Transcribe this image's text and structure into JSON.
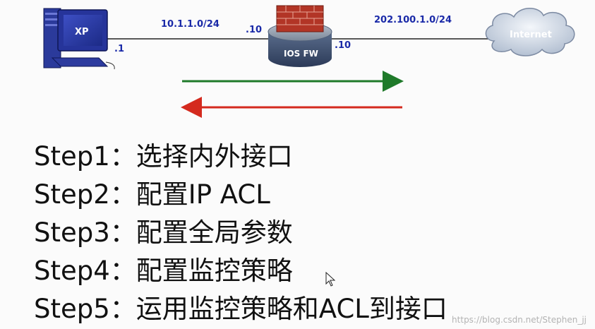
{
  "diagram": {
    "pc": {
      "label": "XP",
      "ip_suffix": ".1",
      "icon": "computer-icon"
    },
    "left_network": "10.1.1.0/24",
    "firewall": {
      "label": "IOS FW",
      "inside_ip_suffix": ".10",
      "outside_ip_suffix": ".10",
      "icon": "firewall-router-icon"
    },
    "right_network": "202.100.1.0/24",
    "cloud": {
      "label": "Internet",
      "icon": "cloud-icon"
    },
    "arrows": [
      {
        "direction": "right",
        "color": "#1f7a2a"
      },
      {
        "direction": "left",
        "color": "#d42a1e"
      }
    ]
  },
  "steps": [
    "Step1：选择内外接口",
    "Step2：配置IP ACL",
    "Step3：配置全局参数",
    "Step4：配置监控策略",
    "Step5：运用监控策略和ACL到接口"
  ],
  "watermark": "https://blog.csdn.net/Stephen_jj"
}
